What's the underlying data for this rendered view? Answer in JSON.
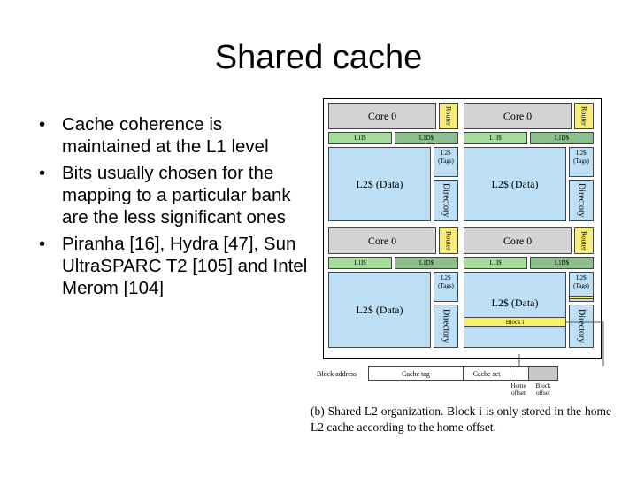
{
  "title": "Shared cache",
  "bullets": [
    "Cache coherence is maintained at the L1 level",
    "Bits usually chosen for the mapping to a particular bank are the less significant ones",
    "Piranha [16], Hydra [47], Sun UltraSPARC T2 [105] and Intel Merom [104]"
  ],
  "bullet_glyph": "•",
  "figure": {
    "tile": {
      "core": "Core 0",
      "router": "Router",
      "l1i": "L1I$",
      "l1d": "L1D$",
      "l2_data": "L2$ (Data)",
      "l2_tags_line1": "L2$",
      "l2_tags_line2": "(Tags)",
      "directory": "Directory"
    },
    "block_label": "Block i",
    "address": {
      "label": "Block address",
      "cache_tag": "Cache tag",
      "cache_set": "Cache set",
      "home_offset_1": "Home",
      "home_offset_2": "offset",
      "block_offset_1": "Block",
      "block_offset_2": "offset"
    },
    "colors": {
      "core": "#d4d4d4",
      "router": "#f8ec7c",
      "l1i": "#a6dd9c",
      "l1d": "#8cbf8c",
      "l2": "#bde0f6",
      "block": "#f8f06c",
      "offset_gray": "#c8c8c8"
    }
  },
  "caption": "(b) Shared L2 organization.  Block i is only stored in the home L2 cache according to the home offset."
}
